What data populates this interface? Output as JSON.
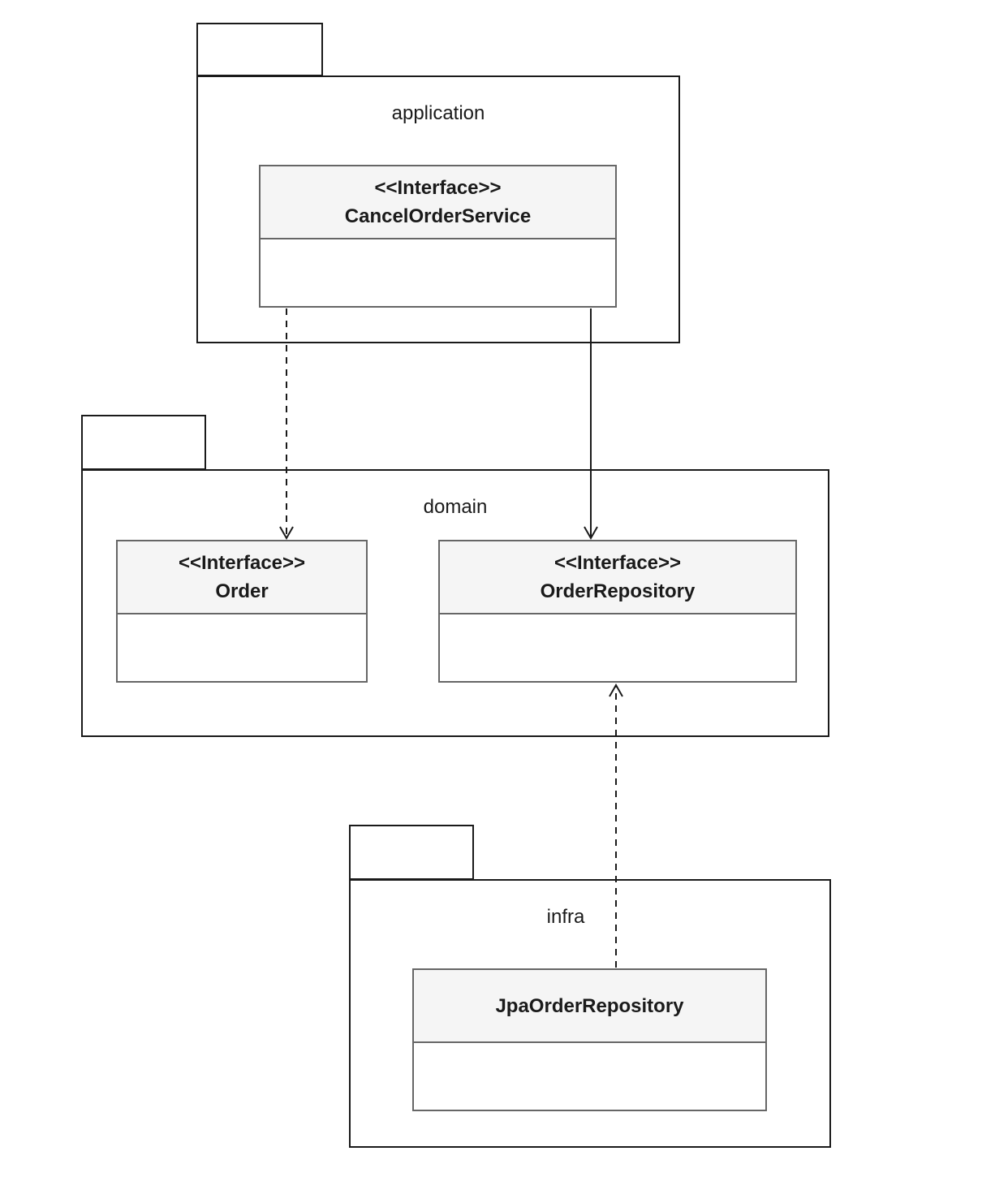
{
  "diagram": {
    "type": "uml-package-diagram",
    "packages": [
      {
        "id": "application",
        "label": "application"
      },
      {
        "id": "domain",
        "label": "domain"
      },
      {
        "id": "infra",
        "label": "infra"
      }
    ],
    "classes": [
      {
        "id": "cancel-order-service",
        "stereotype": "<<Interface>>",
        "name": "CancelOrderService",
        "package": "application"
      },
      {
        "id": "order",
        "stereotype": "<<Interface>>",
        "name": "Order",
        "package": "domain"
      },
      {
        "id": "order-repository",
        "stereotype": "<<Interface>>",
        "name": "OrderRepository",
        "package": "domain"
      },
      {
        "id": "jpa-order-repository",
        "stereotype": "",
        "name": "JpaOrderRepository",
        "package": "infra"
      }
    ],
    "relations": [
      {
        "from": "CancelOrderService",
        "to": "Order",
        "line": "dashed",
        "arrowhead": "open",
        "direction": "down"
      },
      {
        "from": "CancelOrderService",
        "to": "OrderRepository",
        "line": "solid",
        "arrowhead": "open",
        "direction": "down"
      },
      {
        "from": "JpaOrderRepository",
        "to": "OrderRepository",
        "line": "dashed",
        "arrowhead": "open",
        "direction": "up"
      }
    ],
    "colors": {
      "background": "#ffffff",
      "package_border": "#1a1a1a",
      "class_border": "#666666",
      "class_header_fill": "#f5f5f5",
      "edge_stroke": "#1a1a1a",
      "text": "#1a1a1a"
    }
  }
}
